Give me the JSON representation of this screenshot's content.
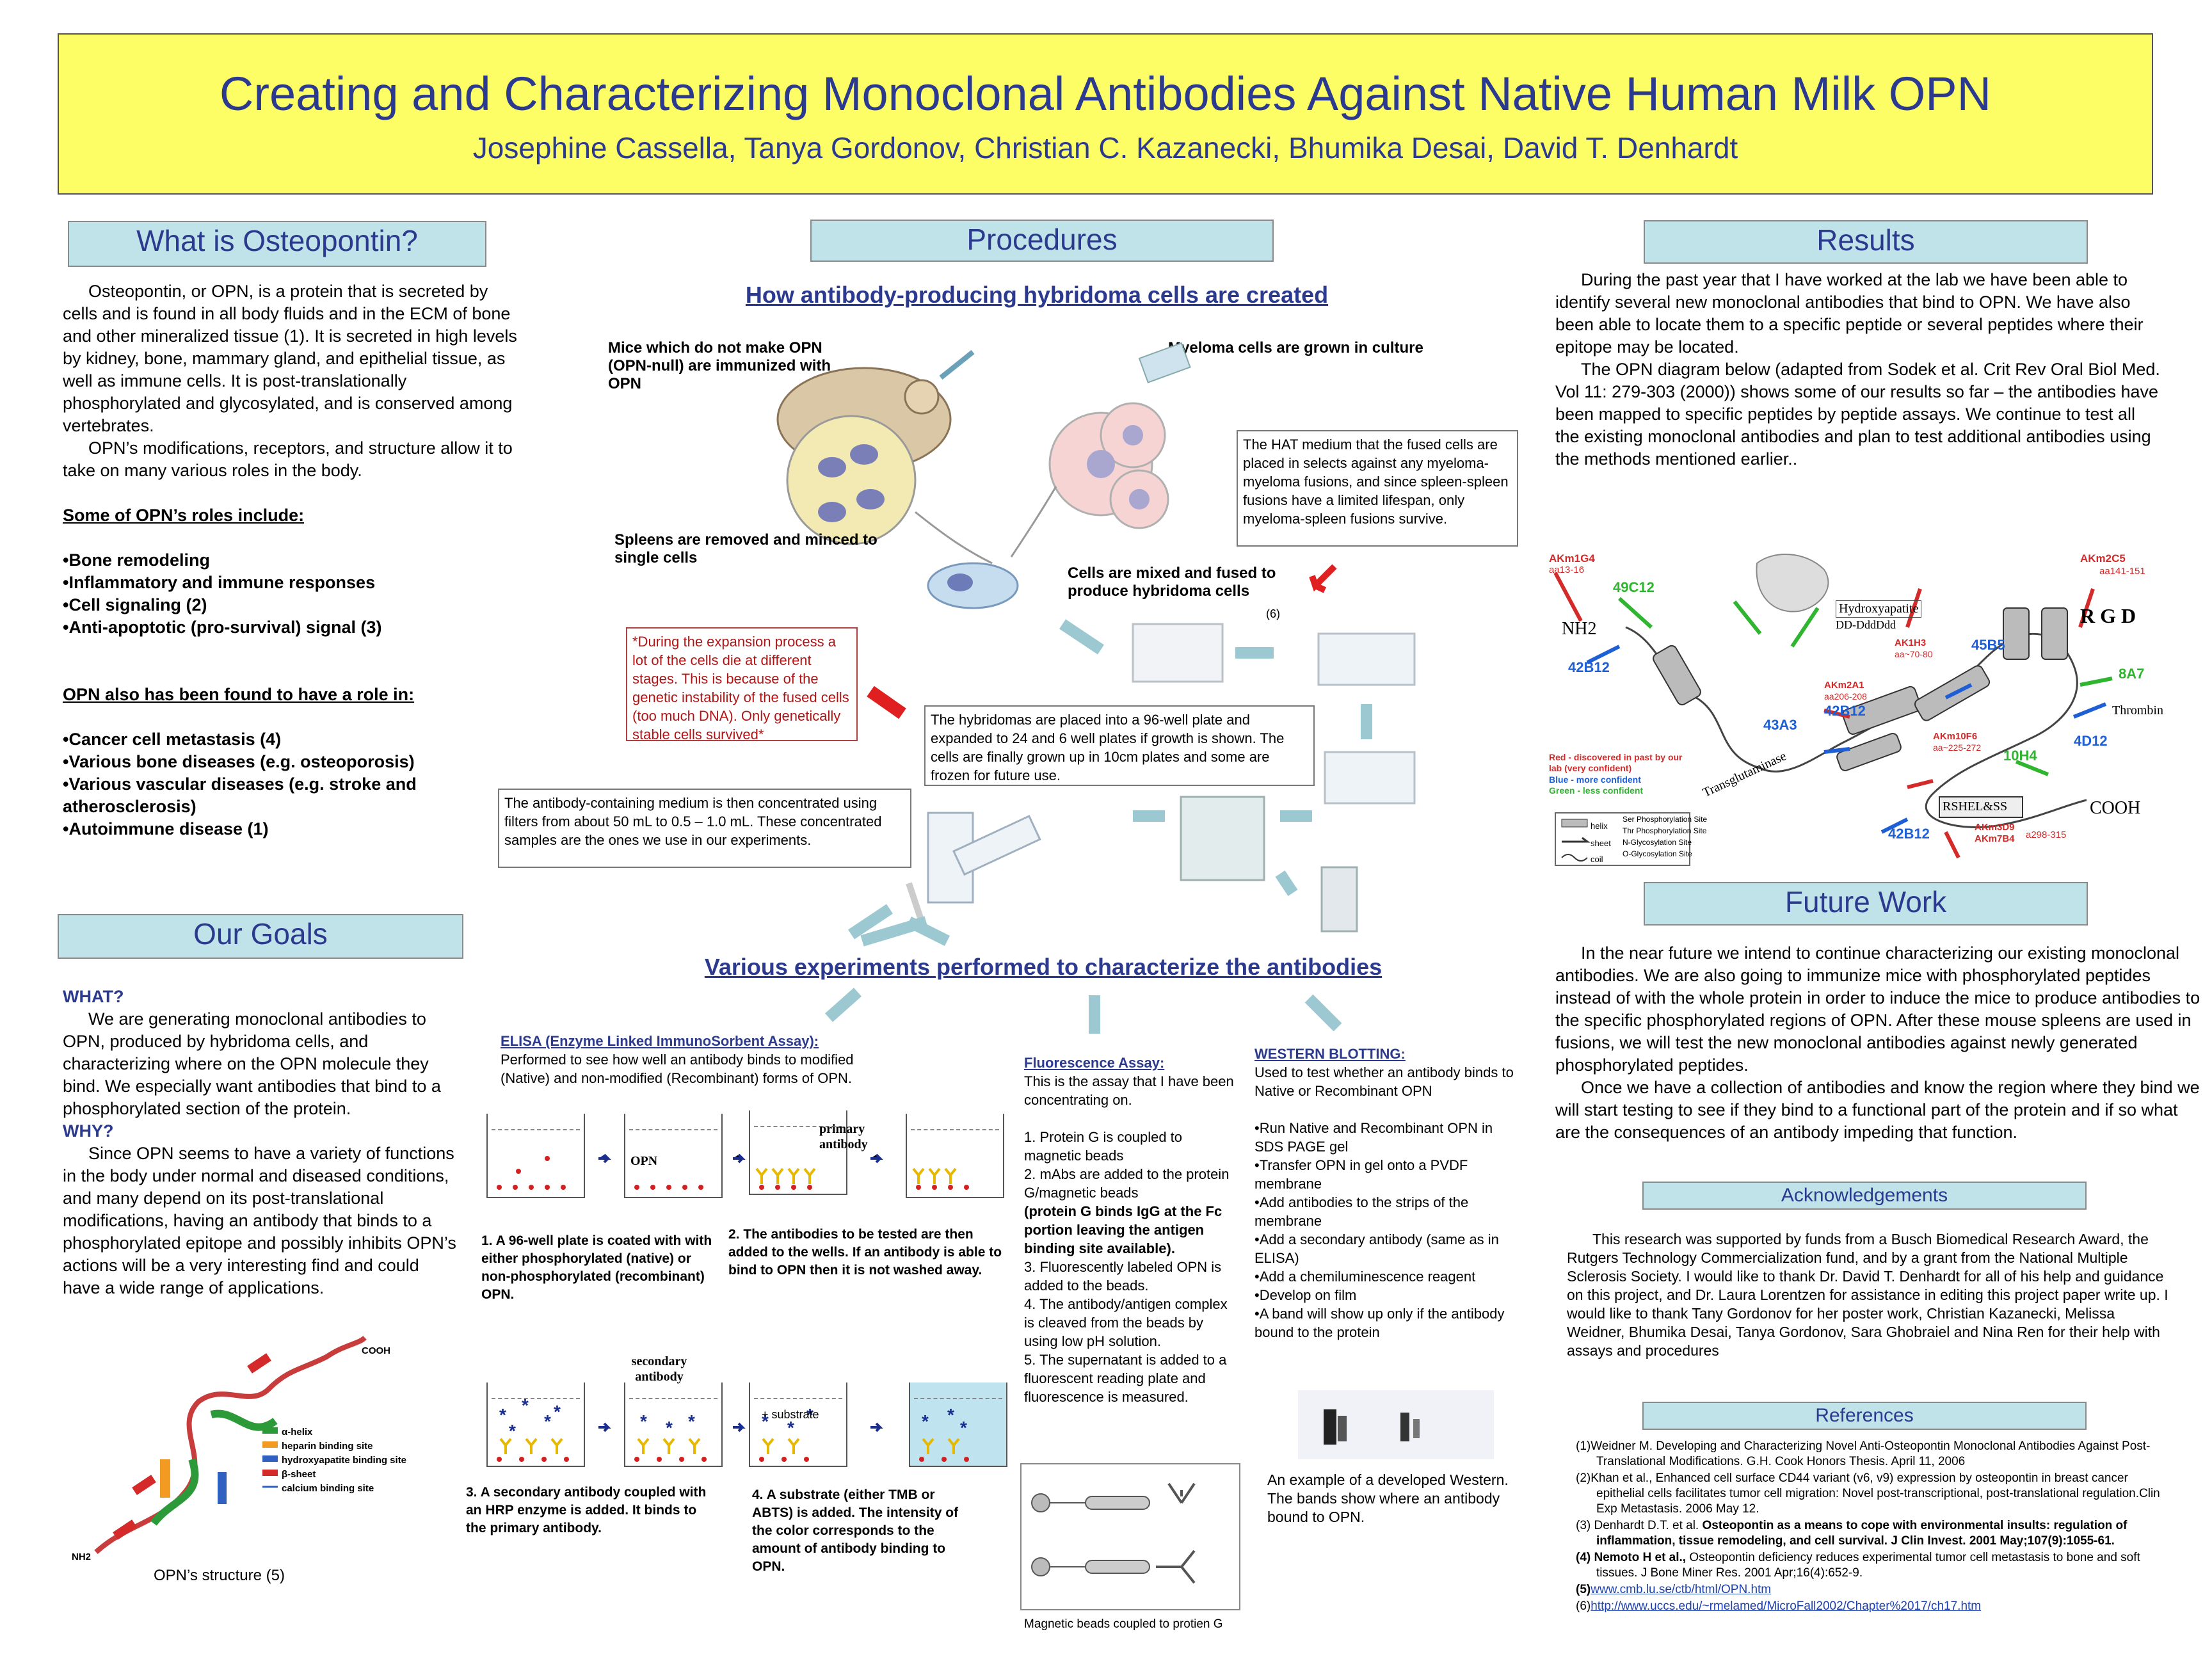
{
  "header": {
    "title": "Creating and Characterizing Monoclonal Antibodies Against Native Human Milk OPN",
    "authors": "Josephine Cassella, Tanya Gordonov, Christian C. Kazanecki, Bhumika Desai, David T. Denhardt"
  },
  "osteopontin": {
    "heading": "What is Osteopontin?",
    "p1": "Osteopontin, or OPN, is a protein that is secreted by cells and is found in all body fluids and in the ECM of bone and other mineralized tissue (1). It is secreted in high levels by kidney, bone, mammary gland, and epithelial tissue, as well as immune cells. It is post-translationally phosphorylated and glycosylated, and is conserved among vertebrates.",
    "p2": "OPN’s modifications, receptors, and structure allow it to take on many various roles in the body.",
    "roles_title": "Some of OPN’s roles include:",
    "roles": [
      "•Bone remodeling",
      "•Inflammatory and immune responses",
      "•Cell signaling (2)",
      "•Anti-apoptotic (pro-survival) signal (3)"
    ],
    "also_title": "OPN also has been found to have a role in:",
    "also": [
      "•Cancer cell metastasis (4)",
      "•Various bone diseases (e.g. osteoporosis)",
      "•Various vascular diseases (e.g. stroke and atherosclerosis)",
      "•Autoimmune disease (1)"
    ]
  },
  "goals": {
    "heading": "Our Goals",
    "what_label": "WHAT?",
    "what_text": "We are generating monoclonal antibodies to OPN, produced by hybridoma cells, and characterizing where on the OPN molecule they bind. We especially want antibodies that bind to a phosphorylated section of the protein.",
    "why_label": "WHY?",
    "why_text": "Since OPN seems to have a variety of functions in the body under normal and diseased conditions, and many depend on its post-translational modifications, having an antibody that binds to a phosphorylated epitope and possibly inhibits OPN’s actions will be a very interesting find and could have a wide range of applications.",
    "structure_caption": "OPN’s structure (5)",
    "structure_cooh": "COOH",
    "structure_nh2": "NH2",
    "structure_legend": [
      "α-helix",
      "heparin binding site",
      "hydroxyapatite binding site",
      "β-sheet",
      "calcium binding site"
    ]
  },
  "procedures": {
    "heading": "Procedures",
    "subheading1": "How antibody-producing hybridoma cells are created",
    "mice_label": "Mice which do not make OPN (OPN-null) are immunized with OPN",
    "myeloma_label": "Myeloma cells are grown in culture",
    "hat_box": "The HAT medium that the fused cells are placed in  selects against any  myeloma-myeloma fusions, and since spleen-spleen fusions have a limited lifespan, only myeloma-spleen fusions survive.",
    "spleens_label": "Spleens are removed and minced to single cells",
    "mixed_label": "Cells are mixed and fused to produce hybridoma cells",
    "ref6": "(6)",
    "expansion_box": "*During the expansion process a lot of the cells die at different stages. This is because of the genetic instability of the fused cells (too much DNA). Only genetically stable cells survived*",
    "hybridoma_box": "The hybridomas are placed into a 96-well plate and expanded to 24 and 6 well plates if growth is shown. The cells are finally grown up in 10cm plates and some are frozen for future use.",
    "concentrate_box": "The antibody-containing medium is then concentrated using filters from about 50 mL to 0.5 – 1.0 mL.  These concentrated samples are the ones we use in our experiments.",
    "subheading2": "Various experiments performed to characterize the antibodies",
    "elisa_title": "ELISA (Enzyme Linked ImmunoSorbent Assay):",
    "elisa_text": "Performed to see how well an antibody binds to modified (Native) and non-modified (Recombinant) forms of OPN.",
    "elisa_opn": "OPN",
    "elisa_primary": "primary antibody",
    "elisa_secondary": "secondary antibody",
    "elisa_substrate": "+ substrate",
    "elisa_step1": "1. A 96-well plate is coated with with either phosphorylated (native) or non-phosphorylated (recombinant) OPN.",
    "elisa_step2": "2. The antibodies to be tested are then added to the wells. If an antibody is able to bind to OPN then it is not washed away.",
    "elisa_step3": "3. A secondary antibody coupled with an HRP enzyme is added. It binds to the primary antibody.",
    "elisa_step4": "4. A substrate (either TMB or ABTS) is added. The intensity of the color corresponds to the amount of antibody binding to OPN.",
    "fluor_title": "Fluorescence Assay:",
    "fluor_intro": "This is the assay that I have been concentrating on.",
    "fluor_s1": "1. Protein G is coupled to magnetic beads",
    "fluor_s2a": "2. mAbs are added to the protein G/magnetic beads",
    "fluor_s2b": "(protein G binds IgG at the Fc portion leaving the antigen binding site available).",
    "fluor_s3": "3. Fluorescently labeled OPN is added to the beads.",
    "fluor_s4": "4. The antibody/antigen complex is cleaved from the beads by using low pH solution.",
    "fluor_s5": "5. The supernatant is added to a fluorescent reading plate and fluorescence is measured.",
    "beads_caption": "Magnetic beads coupled to protien G",
    "wb_title": "WESTERN BLOTTING:",
    "wb_intro": "Used to test whether an antibody binds to Native or Recombinant OPN",
    "wb_steps": [
      "•Run Native and Recombinant OPN in SDS PAGE gel",
      "•Transfer OPN in gel onto a PVDF membrane",
      "•Add antibodies to the strips of the membrane",
      "•Add a secondary antibody (same as in ELISA)",
      "•Add a chemiluminescence reagent",
      "•Develop on film",
      "•A band will show up only if the antibody bound to the protein"
    ],
    "wb_caption": "An example of a developed Western. The bands show where an antibody bound to OPN."
  },
  "results": {
    "heading": "Results",
    "p1": "During the past year that I have worked at the lab we have been able to identify several new monoclonal antibodies that bind to OPN. We have also been able to locate them to a specific peptide or several peptides where their epitope may be located.",
    "p2": "The OPN diagram below (adapted from Sodek et al. Crit Rev Oral Biol Med. Vol 11: 279-303 (2000)) shows some of our results so far – the antibodies have been mapped to specific peptides by peptide assays. We continue to test all the existing monoclonal antibodies and plan to test additional antibodies using the methods mentioned earlier..",
    "diagram_labels": {
      "akm1g4": "AKm1G4",
      "akm1g4_sub": "aa13-16",
      "c49c12": "49C12",
      "h42b12a": "42B12",
      "nh2": "NH2",
      "hydroxy": "Hydroxyapatite",
      "dd": "DD-DddDdd",
      "akm2c5": "AKm2C5",
      "akm2c5_sub": "aa141-151",
      "rgd": "R G D",
      "akh3": "AK1H3",
      "akh3_sub": "aa~70-80",
      "b45b5": "45B5",
      "a8a7": "8A7",
      "thrombin": "Thrombin",
      "akm2a1": "AKm2A1",
      "akm2a1_sub": "aa206-208",
      "b42b12b": "42B12",
      "b43a3": "43A3",
      "akm10f6": "AKm10F6",
      "akm10f6_sub": "aa~225-272",
      "g10h4": "10H4",
      "d4d12": "4D12",
      "trans": "Transglutaminase",
      "rshel": "RSHEL&SS",
      "cooh": "COOH",
      "b42b12c": "42B12",
      "akm3d9": "AKm3D9",
      "akm7b4": "AKm7B4",
      "aa298": "a298-315",
      "key_red": "Red - discovered in past by our lab (very confident)",
      "key_blue": "Blue - more confident",
      "key_green": "Green - less confident",
      "leg_helix": "helix",
      "leg_sheet": "sheet",
      "leg_coil": "coil",
      "leg_ser": "Ser Phosphorylation Site",
      "leg_thr": "Thr Phosphorylation Site",
      "leg_n": "N-Glycosylation Site",
      "leg_o": "O-Glycosylation Site"
    },
    "colors": {
      "red": "#d42a2a",
      "blue": "#1f5fd6",
      "green": "#2fb52f"
    }
  },
  "future": {
    "heading": "Future Work",
    "p1": "In the near future we intend to continue characterizing our existing monoclonal antibodies. We are also going to immunize mice with phosphorylated peptides instead of with the whole protein in order to induce the mice to produce antibodies to the specific phosphorylated regions of OPN. After these mouse spleens are used in fusions, we will test the new monoclonal antibodies against newly generated phosphorylated peptides.",
    "p2": "Once we have a collection of antibodies and know the region where they bind we will start testing to see if they bind to a functional part of the protein and if so what  are the consequences of an antibody impeding that function."
  },
  "ack": {
    "heading": "Acknowledgements",
    "text": "This research was supported by funds from a Busch Biomedical Research Award, the Rutgers Technology Commercialization fund, and by a grant from the National Multiple Sclerosis Society. I would like to thank Dr. David T. Denhardt for all of his help and guidance on this project, and Dr. Laura Lorentzen for assistance in editing this project paper write up.  I would like to thank Tany Gordonov for her poster work, Christian Kazanecki, Melissa Weidner, Bhumika Desai, Tanya Gordonov, Sara Ghobraiel and Nina Ren for their help with assays and procedures"
  },
  "refs": {
    "heading": "References",
    "r1": "(1)Weidner M. Developing and Characterizing Novel Anti-Osteopontin Monoclonal Antibodies Against Post-Translational Modifications. G.H. Cook Honors Thesis. April 11, 2006",
    "r2": "(2)Khan et al., Enhanced cell surface CD44 variant (v6, v9) expression by osteopontin in breast cancer epithelial cells facilitates tumor cell migration: Novel post-transcriptional, post-translational regulation.Clin Exp Metastasis. 2006 May 12.",
    "r3a": "(3)  Denhardt D.T. et al. ",
    "r3b": "Osteopontin as a means to cope with environmental insults: regulation of inflammation, tissue remodeling, and cell survival. J Clin Invest. 2001 May;107(9):1055-61.",
    "r4a": "(4) ",
    "r4b": "Nemoto H et al.,",
    "r4c": " Osteopontin deficiency reduces experimental tumor cell metastasis to bone and soft tissues. J Bone Miner Res. 2001 Apr;16(4):652-9.",
    "r5a": "(5)",
    "r5b": "www.cmb.lu.se/ctb/html/OPN.htm",
    "r6a": "(6)",
    "r6b": "http://www.uccs.edu/~rmelamed/MicroFall2002/Chapter%2017/ch17.htm"
  }
}
